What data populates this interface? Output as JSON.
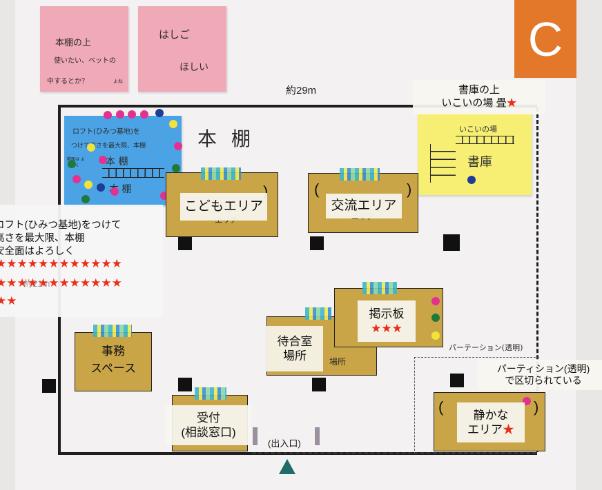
{
  "sticky_notes": {
    "note1": {
      "line1": "本棚の上",
      "line2": "使いたい、ベットの",
      "line3": "中するとか？",
      "line4": "よね"
    },
    "note2": {
      "line1": "はしご",
      "line2": "ほしい"
    }
  },
  "badge": "C",
  "width_label": "約29m",
  "bookshelf_text": "本 棚",
  "blue_note": {
    "line1": "ロフト(ひみつ基地)を",
    "line2": "つけて高さを最大限、本棚",
    "line3": "本 棚",
    "line4": "本 棚",
    "small": "壁面は よろしく"
  },
  "yellow_note": {
    "line1": "いこいの場",
    "line2": "書庫"
  },
  "shoko_label": {
    "line1": "書庫の上",
    "line2": "いこいの場 畳",
    "stars": "★"
  },
  "loft_note": {
    "line1": "ロフト(ひみつ基地)をつけて",
    "line2": "高さを最大限、本棚",
    "line3": "安全面はよろしく",
    "stars1": "★★★★★★★★★★★★",
    "stars2": "★★★★★★★★★★★★",
    "stars3": "★★",
    "hidden_dim": "約21m"
  },
  "areas": {
    "kodomo": "こどもエリア",
    "kodomo_sub": "エリア",
    "kouryu": "交流エリア",
    "kouryu_sub": "エリア",
    "jimu_line1": "事務",
    "jimu_line2": "スペース",
    "machiai_line1": "待合室",
    "machiai_line2": "場所",
    "machiai_hand": "場所",
    "keiji": "掲示板",
    "keiji_stars": "★★★",
    "uketsuke_line1": "受付",
    "uketsuke_line2": "(相談窓口)",
    "shizuka_line1": "静かな",
    "shizuka_line2": "エリア",
    "shizuka_star": "★"
  },
  "partition_hand": "パーテーション(透明)",
  "partition_label": {
    "line1": "パーティション(透明)",
    "line2": "で区切られている"
  },
  "entrance": "(出入口)"
}
